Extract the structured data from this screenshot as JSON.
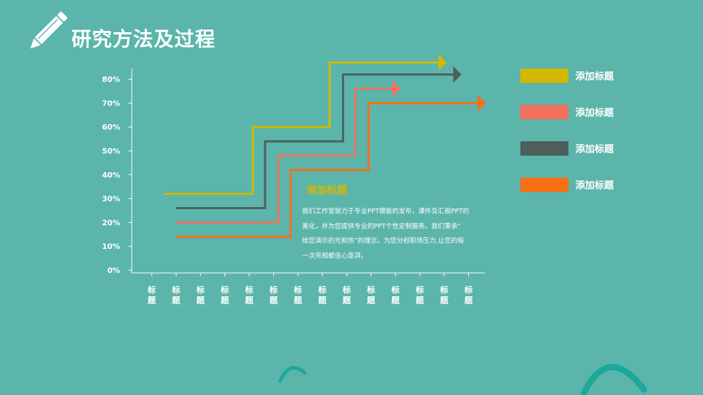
{
  "slide": {
    "title": "研究方法及过程"
  },
  "colors": {
    "background": "#5bb5aa",
    "series_yellow": "#d4b800",
    "series_salmon": "#f2725f",
    "series_dark": "#4d5e5b",
    "series_orange": "#f86f18",
    "decor_arc": "#1aa99a"
  },
  "icons": {
    "title": "pencil-icon"
  },
  "legend": {
    "items": [
      {
        "label": "添加标题",
        "color": "#d4b800"
      },
      {
        "label": "添加标题",
        "color": "#f2725f"
      },
      {
        "label": "添加标题",
        "color": "#4d5e5b"
      },
      {
        "label": "添加标题",
        "color": "#f86f18"
      }
    ]
  },
  "text_block": {
    "title": "添加标题",
    "body": "我们工作室致力于专业PPT模板的发布，课件及汇报PPT的\n美化，并为您提供专业的PPT个性定制服务。我们秉承“\n给您演示的光和热”的理念，为您分担职场压力,让您的每\n一次亮相都信心澎湃。"
  },
  "chart_data": {
    "type": "line",
    "categories": [
      "标题",
      "标题",
      "标题",
      "标题",
      "标题",
      "标题",
      "标题",
      "标题",
      "标题",
      "标题",
      "标题",
      "标题",
      "标题",
      "标题"
    ],
    "y_tick_labels": [
      "0%",
      "10%",
      "20%",
      "30%",
      "40%",
      "50%",
      "60%",
      "70%",
      "80%"
    ],
    "ylim": [
      0,
      80
    ],
    "grid": false,
    "legend_position": "right",
    "series": [
      {
        "color": "#d4b800",
        "steps": [
          [
            0.5,
            32
          ],
          [
            4.15,
            60
          ],
          [
            7.3,
            87
          ],
          [
            11.8,
            87
          ]
        ]
      },
      {
        "color": "#4d5e5b",
        "steps": [
          [
            1.0,
            26
          ],
          [
            4.65,
            54
          ],
          [
            7.85,
            82
          ],
          [
            12.4,
            82
          ]
        ]
      },
      {
        "color": "#f2725f",
        "steps": [
          [
            1.0,
            20
          ],
          [
            5.2,
            48
          ],
          [
            8.35,
            76
          ],
          [
            9.9,
            76
          ]
        ]
      },
      {
        "color": "#f86f18",
        "steps": [
          [
            1.0,
            14
          ],
          [
            5.7,
            42
          ],
          [
            8.9,
            70
          ],
          [
            13.4,
            70
          ]
        ]
      }
    ]
  }
}
